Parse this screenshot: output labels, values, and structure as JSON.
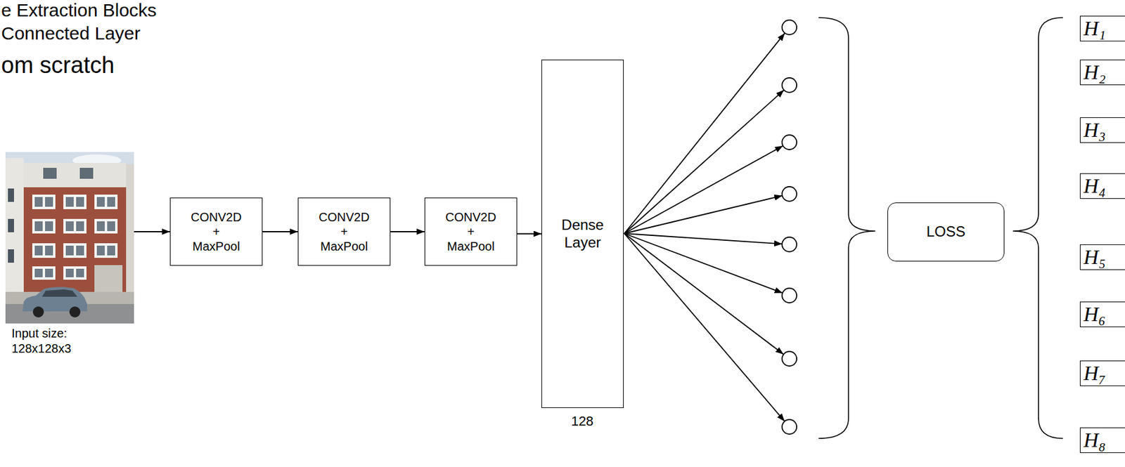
{
  "diagram": {
    "nodes": [
      {
        "text": [
          "Input size: 128x128x3"
        ]
      },
      {
        "text": [
          "CONV2D + MaxPool"
        ]
      },
      {
        "text": [
          "CONV2D + MaxPool"
        ]
      },
      {
        "text": [
          "CONV2D + MaxPool"
        ]
      },
      {
        "text": [
          "Dense Layer"
        ]
      },
      {
        "text": [
          "LOSS"
        ]
      },
      {
        "text": [
          "H₁"
        ]
      },
      {
        "text": [
          "H₂"
        ]
      },
      {
        "text": [
          "H₃"
        ]
      },
      {
        "text": [
          "H₄"
        ]
      },
      {
        "text": [
          "H₅"
        ]
      },
      {
        "text": [
          "H₆"
        ]
      },
      {
        "text": [
          "H₇"
        ]
      },
      {
        "text": [
          "H₈"
        ]
      }
    ],
    "edges": [
      {
        "from": 0,
        "to": 1,
        "arrow": "to"
      },
      {
        "from": 1,
        "to": 2,
        "arrow": "to"
      },
      {
        "from": 2,
        "to": 3,
        "arrow": "to"
      },
      {
        "from": 3,
        "to": 4,
        "arrow": "to"
      }
    ],
    "labels": [
      "e Extraction Blocks",
      "Connected Layer",
      "om scratch",
      "128"
    ]
  }
}
